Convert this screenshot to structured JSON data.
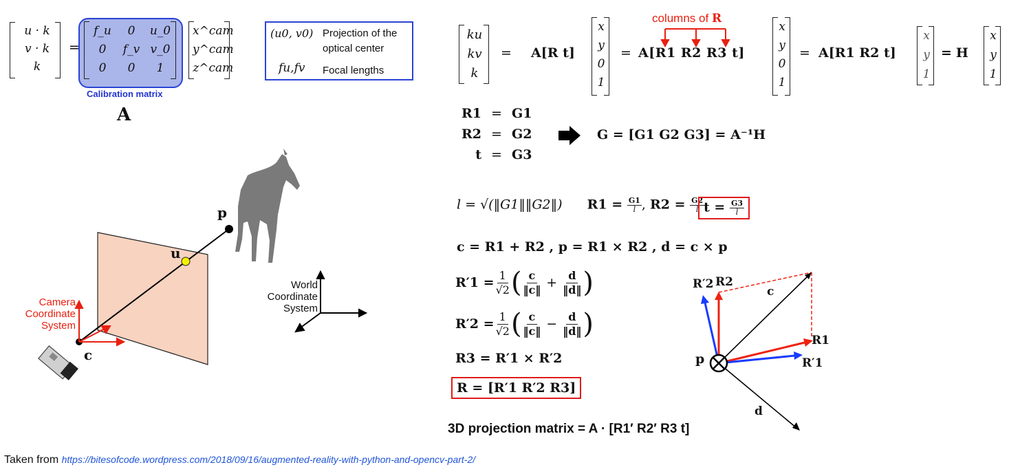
{
  "left_formula": {
    "lhs": [
      "u · k",
      "v · k",
      "k"
    ],
    "equals": "=",
    "calib_matrix": [
      [
        "f_u",
        "0",
        "u_0"
      ],
      [
        "0",
        "f_v",
        "v_0"
      ],
      [
        "0",
        "0",
        "1"
      ]
    ],
    "rhs": [
      "x^cam",
      "y^cam",
      "z^cam"
    ],
    "calib_label": "Calibration matrix",
    "calib_symbol": "A"
  },
  "legend_box": {
    "row1_symbol": "(u0, v0)",
    "row1_text_line1": "Projection of the",
    "row1_text_line2": "optical center",
    "row2_symbol": "fu,fv",
    "row2_text": "Focal lengths"
  },
  "scene": {
    "point_p": "p",
    "point_u": "u",
    "point_c": "c",
    "camera_label": [
      "Camera",
      "Coordinate",
      "System"
    ],
    "world_label": [
      "World",
      "Coordinate",
      "System"
    ]
  },
  "top_equation": {
    "columns_label": "columns of ",
    "columns_bold": "R",
    "lhs": [
      "ku",
      "kv",
      "k"
    ],
    "vec4": [
      "x",
      "y",
      "0",
      "1"
    ],
    "vec3": [
      "x",
      "y",
      "1"
    ],
    "A_Rt": "A[R  t]",
    "A_R123t": "A[R1  R2  R3  t]",
    "A_R12t": "A[R1  R2  t]",
    "H": "H"
  },
  "g_equations": {
    "rows": [
      [
        "R1",
        "=",
        "G1"
      ],
      [
        "R2",
        "=",
        "G2"
      ],
      [
        "t",
        "=",
        "G3"
      ]
    ],
    "result": "G = [G1 G2 G3] = A⁻¹H"
  },
  "norm_line": {
    "l_def": "l = √(‖G1‖‖G2‖)",
    "R1_def": "R1 = ",
    "R1_num": "G1",
    "R1_den": "l",
    "R2_def": "R2 = ",
    "R2_num": "G2",
    "R2_den": "l",
    "t_def": "t = ",
    "t_num": "G3",
    "t_den": "l"
  },
  "cpd_line": "c = R1 + R2 , p = R1 × R2 , d = c × p",
  "r1prime": {
    "lhs": "R′1 =",
    "coef_num": "1",
    "coef_den": "√2",
    "a_num": "c",
    "a_den": "‖c‖",
    "op": "+",
    "b_num": "d",
    "b_den": "‖d‖"
  },
  "r2prime": {
    "lhs": "R′2 =",
    "coef_num": "1",
    "coef_den": "√2",
    "a_num": "c",
    "a_den": "‖c‖",
    "op": "−",
    "b_num": "d",
    "b_den": "‖d‖"
  },
  "r3_line": "R3 = R′1 × R′2",
  "r_line": "R = [R′1 R′2 R3]",
  "vector_diagram": {
    "label_R2prime": "R′2",
    "label_R2": "R2",
    "label_c": "c",
    "label_R1": "R1",
    "label_R1prime": "R′1",
    "label_p": "p",
    "label_d": "d",
    "colors": {
      "red": "#ee2211",
      "blue": "#1a3cff",
      "black": "#000000"
    }
  },
  "projection_caption": "3D projection matrix = A · [R1′ R2′ R3 t]",
  "source": {
    "prefix": "Taken from ",
    "url": "https://bitesofcode.wordpress.com/2018/09/16/augmented-reality-with-python-and-opencv-part-2/"
  }
}
